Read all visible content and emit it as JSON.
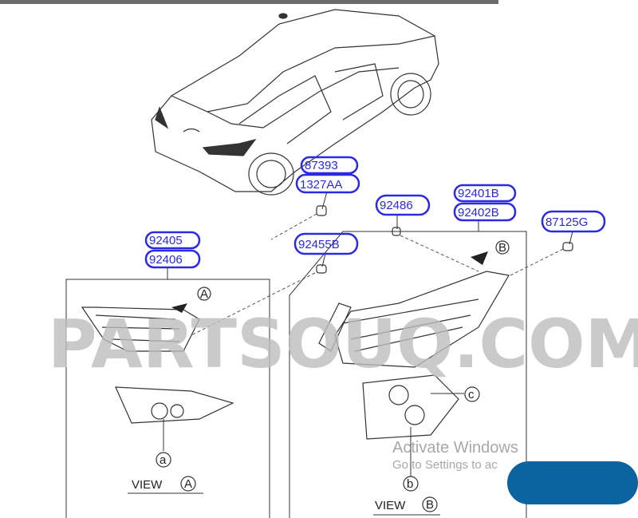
{
  "labels": {
    "p87393": "87393",
    "p1327AA": "1327AA",
    "p92486": "92486",
    "p92401B": "92401B",
    "p92402B": "92402B",
    "p87125G": "87125G",
    "p92405": "92405",
    "p92406": "92406",
    "p92455B": "92455B"
  },
  "markers": {
    "A": "A",
    "B": "B",
    "a": "a",
    "b": "b",
    "c": "c"
  },
  "views": {
    "view_a": "VIEW",
    "view_b": "VIEW"
  },
  "watermark": "PARTSOUQ.COM",
  "activation": {
    "line1": "Activate Windows",
    "line2": "Go to Settings to ac"
  },
  "colors": {
    "label_blue": "#2a2ae0",
    "pill_blue": "#0b64a0"
  }
}
